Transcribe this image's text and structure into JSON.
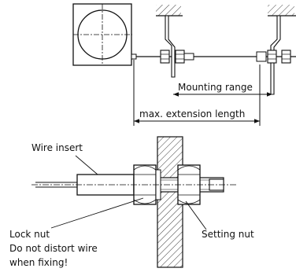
{
  "labels": {
    "mounting_range": "Mounting range",
    "max_extension_length": "max. extension length",
    "wire_insert": "Wire insert",
    "lock_nut": "Lock nut",
    "warning_line1": "Do not distort wire",
    "warning_line2": "when fixing!",
    "setting_nut": "Setting nut"
  },
  "colors": {
    "line": "#111111",
    "background": "#ffffff"
  }
}
